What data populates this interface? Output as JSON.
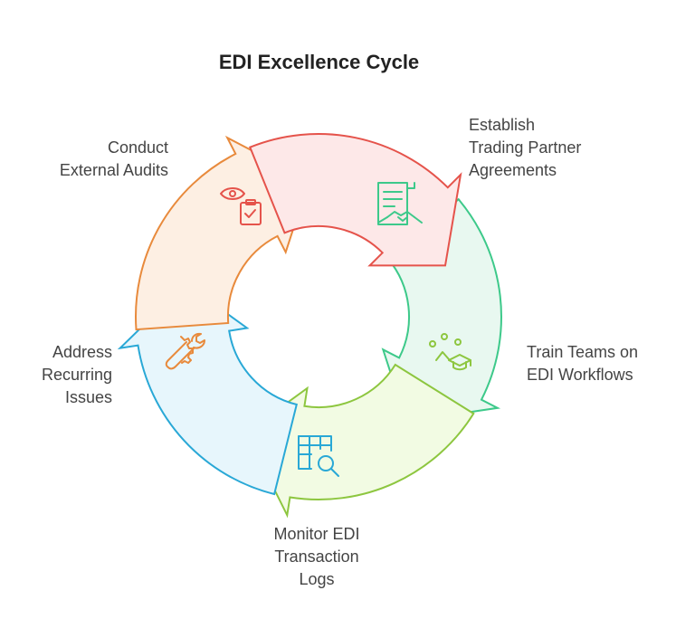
{
  "title": "EDI Excellence Cycle",
  "stages": [
    {
      "id": "establish",
      "lines": [
        "Establish",
        "Trading Partner",
        "Agreements"
      ],
      "icon": "contract-handshake-icon",
      "stroke": "#3DC98A",
      "fill": "#E8F8F0"
    },
    {
      "id": "train",
      "lines": [
        "Train Teams on",
        "EDI Workflows"
      ],
      "icon": "graduation-cap-icon",
      "stroke": "#8DC63F",
      "fill": "#F2FBE3"
    },
    {
      "id": "monitor",
      "lines": [
        "Monitor EDI",
        "Transaction",
        "Logs"
      ],
      "icon": "table-search-icon",
      "stroke": "#29A8D6",
      "fill": "#E7F6FC"
    },
    {
      "id": "address",
      "lines": [
        "Address",
        "Recurring",
        "Issues"
      ],
      "icon": "wrench-gear-icon",
      "stroke": "#E88A3C",
      "fill": "#FDEFE3"
    },
    {
      "id": "audit",
      "lines": [
        "Conduct",
        "External Audits"
      ],
      "icon": "eye-clipboard-icon",
      "stroke": "#E5534B",
      "fill": "#FDE8E8"
    }
  ]
}
